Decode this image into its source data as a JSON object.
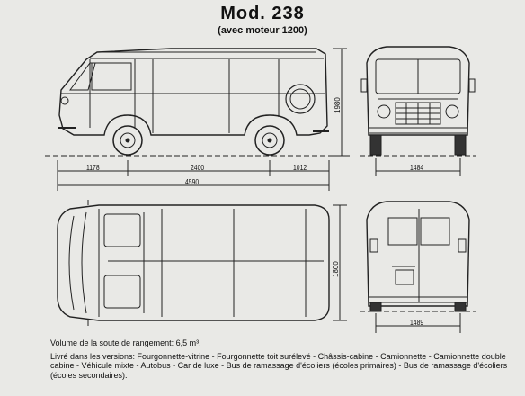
{
  "title": "Mod. 238",
  "subtitle": "(avec moteur 1200)",
  "dimensions": {
    "front_overhang": "1178",
    "wheelbase": "2400",
    "rear_overhang": "1012",
    "length": "4590",
    "height": "1980",
    "front_track": "1484",
    "width": "1800",
    "rear_track": "1489"
  },
  "text": {
    "volume": "Volume de la soute de rangement: 6,5 m³.",
    "versions": "Livré dans les versions: Fourgonnette-vitrine - Fourgonnette toit surélevé - Châssis-cabine - Camionnette - Camionnette double cabine - Véhicule mixte - Autobus - Car de luxe - Bus de ramassage d'écoliers (écoles primaires) - Bus de ramassage d'écoliers (écoles secondaires)."
  }
}
